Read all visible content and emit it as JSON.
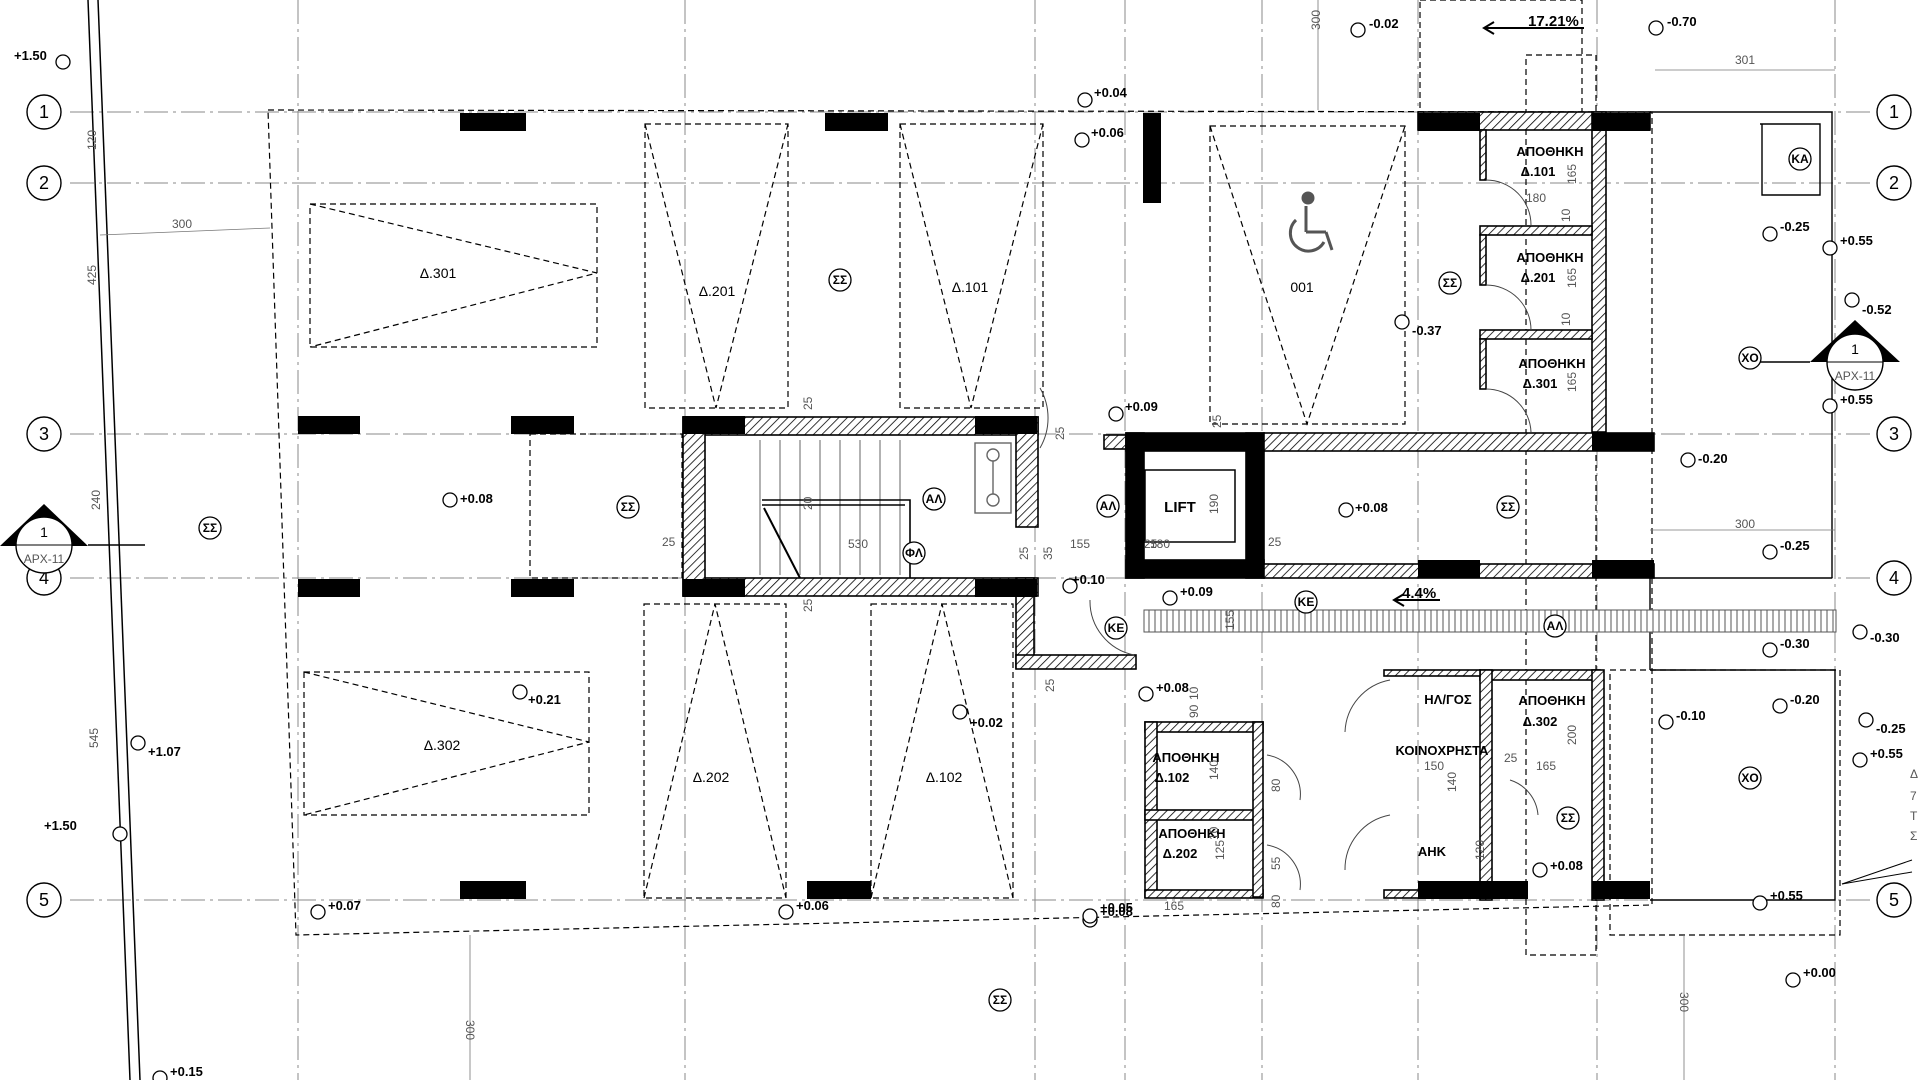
{
  "grid_labels": [
    "1",
    "2",
    "3",
    "4",
    "5"
  ],
  "section_marker": {
    "num": "1",
    "ref": "ΑΡΧ-11"
  },
  "slope_labels": {
    "ramp_top": "17.21%",
    "corridor": "4.4%"
  },
  "rooms": {
    "p301": "Δ.301",
    "p201": "Δ.201",
    "p101": "Δ.101",
    "p001": "001",
    "p302": "Δ.302",
    "p202": "Δ.202",
    "p102": "Δ.102",
    "lift": "LIFT",
    "sto_title": "ΑΠΟΘΗΚΗ",
    "s101": "Δ.101",
    "s201": "Δ.201",
    "s301": "Δ.301",
    "s302": "Δ.302",
    "s102": "Δ.102",
    "s202": "Δ.202",
    "elec": "ΗΛ/ΓΟΣ",
    "common": "ΚΟΙΝΟΧΡΗΣΤΑ",
    "ahk": "ΑΗΚ"
  },
  "symbols": {
    "ss": "ΣΣ",
    "al": "ΑΛ",
    "ke": "ΚΕ",
    "ka": "ΚΑ",
    "xo": "ΧΟ",
    "fl": "ΦΛ"
  },
  "levels": {
    "l01": "+1.50",
    "l02": "-0.02",
    "l03": "-0.70",
    "l04": "+0.04",
    "l05": "+0.06",
    "l06": "-0.25",
    "l07": "+0.55",
    "l08": "-0.52",
    "l09": "-0.37",
    "l10": "+0.55",
    "l11": "+0.09",
    "l12": "+0.08",
    "l13": "+0.08",
    "l14": "-0.20",
    "l15": "-0.25",
    "l16": "+0.10",
    "l17": "+0.09",
    "l18": "-0.30",
    "l19": "-0.30",
    "l20": "+0.21",
    "l21": "+0.02",
    "l22": "+0.08",
    "l23": "-0.10",
    "l24": "-0.20",
    "l25": "-0.25",
    "l26": "+0.55",
    "l27": "+1.07",
    "l28": "+1.50",
    "l29": "+0.08",
    "l30": "+0.08",
    "l31": "+0.55",
    "l32": "+0.07",
    "l33": "+0.06",
    "l34": "+0.05",
    "l35": "+0.00",
    "l36": "+0.15"
  },
  "dims": {
    "d01": "300",
    "d02": "301",
    "d03": "300",
    "d04": "300",
    "d05": "300",
    "d06": "300",
    "d07": "120",
    "d08": "425",
    "d09": "240",
    "d10": "545",
    "d11": "25",
    "d12": "25",
    "d13": "25",
    "d14": "25",
    "d15": "25",
    "d16": "530",
    "d17": "20",
    "d18": "25",
    "d19": "155",
    "d20": "25",
    "d21": "180",
    "d22": "190",
    "d23": "35",
    "d24": "25",
    "d25": "180",
    "d26": "165",
    "d27": "10",
    "d28": "165",
    "d29": "10",
    "d30": "165",
    "d31": "10",
    "d32": "90",
    "d33": "150",
    "d34": "140",
    "d35": "25",
    "d36": "165",
    "d37": "200",
    "d38": "140",
    "d39": "10",
    "d40": "125",
    "d41": "165",
    "d42": "80",
    "d43": "55",
    "d44": "80",
    "d45": "120",
    "d46": "155",
    "d47": "25"
  },
  "edge_text": [
    "Δ",
    "7",
    "Τ",
    "Σ"
  ]
}
